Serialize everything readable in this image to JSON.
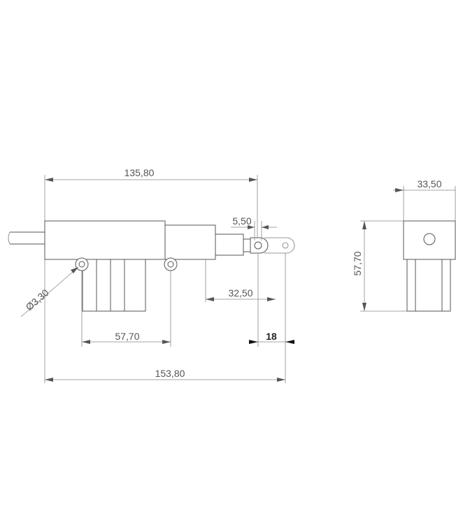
{
  "dimensions": {
    "overall_body_length": "135,80",
    "rod_end_hole": "5,50",
    "stroke_rod": "32,50",
    "stroke": "18",
    "mount_spacing": "57,70",
    "total_length": "153,80",
    "mount_hole_diameter": "Ø3,30",
    "width": "33,50",
    "height": "57,70"
  },
  "colors": {
    "line": "#555555",
    "dimension": "#888888"
  }
}
